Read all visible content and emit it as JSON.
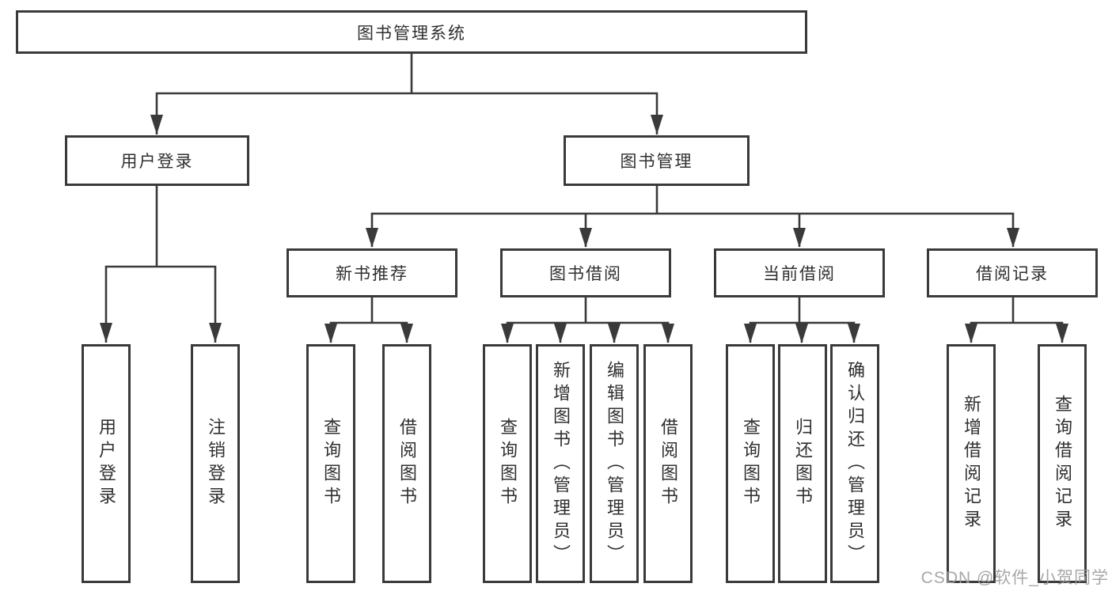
{
  "diagram": {
    "title": "图书管理系统",
    "tree": {
      "label": "图书管理系统",
      "children": [
        {
          "label": "用户登录",
          "children": [
            {
              "label": "用户登录"
            },
            {
              "label": "注销登录"
            }
          ]
        },
        {
          "label": "图书管理",
          "children": [
            {
              "label": "新书推荐",
              "children": [
                {
                  "label": "查询图书"
                },
                {
                  "label": "借阅图书"
                }
              ]
            },
            {
              "label": "图书借阅",
              "children": [
                {
                  "label": "查询图书"
                },
                {
                  "label": "新增图书（管理员）"
                },
                {
                  "label": "编辑图书（管理员）"
                },
                {
                  "label": "借阅图书"
                }
              ]
            },
            {
              "label": "当前借阅",
              "children": [
                {
                  "label": "查询图书"
                },
                {
                  "label": "归还图书"
                },
                {
                  "label": "确认归还（管理员）"
                }
              ]
            },
            {
              "label": "借阅记录",
              "children": [
                {
                  "label": "新增借阅记录"
                },
                {
                  "label": "查询借阅记录"
                }
              ]
            }
          ]
        }
      ]
    },
    "watermark": "CSDN @软件_小贺同学",
    "colors": {
      "line": "#3a3a3a",
      "box_border": "#3a3a3a",
      "text": "#2f2f2f",
      "watermark": "#a0a0a0",
      "background": "#ffffff"
    }
  }
}
